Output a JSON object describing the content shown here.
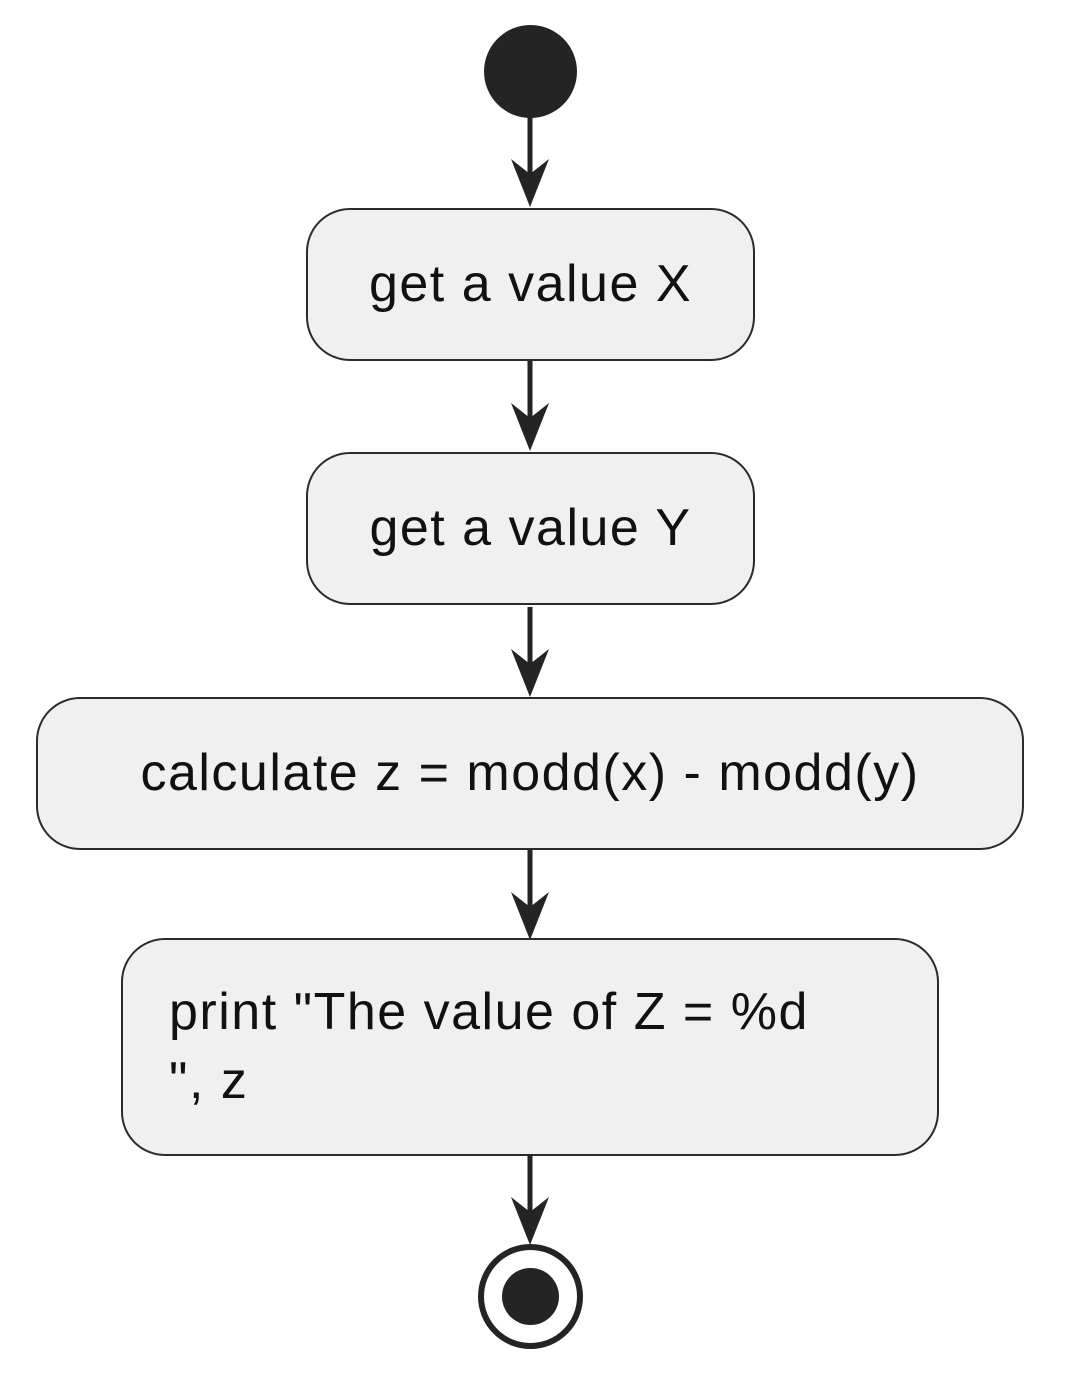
{
  "diagram": {
    "kind": "uml-activity-flowchart",
    "direction": "top-down",
    "colors": {
      "background": "#ffffff",
      "node_fill": "#f0f0f0",
      "node_border": "#2b2b2b",
      "edge": "#242424",
      "text": "#111111"
    },
    "start_node": {
      "shape": "filled-circle"
    },
    "nodes": [
      {
        "label": "get a value X"
      },
      {
        "label": "get a value Y"
      },
      {
        "label": "calculate z = modd(x) - modd(y)"
      },
      {
        "label": "print \"The value of Z = %d\n\", z"
      }
    ],
    "end_node": {
      "shape": "bullseye-final-circle"
    },
    "edges": [
      {
        "from": "start",
        "to": "get a value X"
      },
      {
        "from": "get a value X",
        "to": "get a value Y"
      },
      {
        "from": "get a value Y",
        "to": "calculate z = modd(x) - modd(y)"
      },
      {
        "from": "calculate z = modd(x) - modd(y)",
        "to": "print \"The value of Z = %d\n\", z"
      },
      {
        "from": "print \"The value of Z = %d\n\", z",
        "to": "end"
      }
    ]
  }
}
